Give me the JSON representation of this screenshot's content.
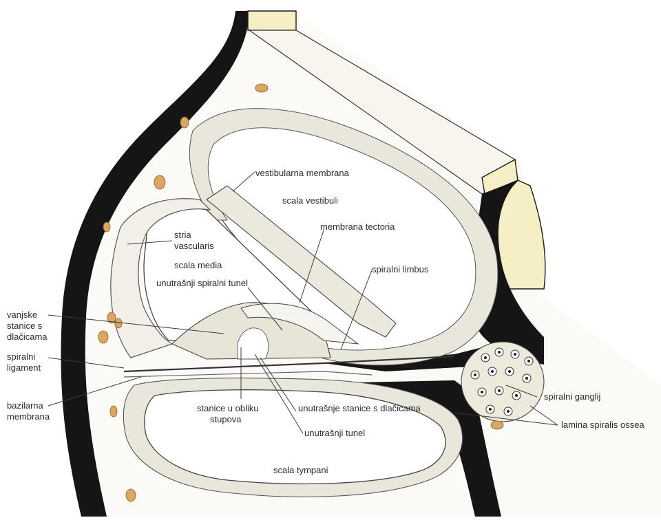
{
  "labels": {
    "vestibularna_membrana": "vestibularna membrana",
    "scala_vestibuli": "scala vestibuli",
    "membrana_tectoria": "membrana tectoria",
    "stria_vascularis_1": "stria",
    "stria_vascularis_2": "vascularis",
    "scala_media": "scala media",
    "spiralni_limbus": "spiralni limbus",
    "unutrasnji_spiralni_tunel": "unutrašnji spiralni tunel",
    "vanjske_stanice_1": "vanjske",
    "vanjske_stanice_2": "stanice s",
    "vanjske_stanice_3": "dlačicama",
    "spiralni_ligament_1": "spiralni",
    "spiralni_ligament_2": "ligament",
    "bazilarna_membrana_1": "bazilarna",
    "bazilarna_membrana_2": "membrana",
    "stanice_u_obliku_1": "stanice u obliku",
    "stanice_u_obliku_2": "stupova",
    "unutrasnje_stanice": "unutrašnje stanice s dlačicama",
    "unutrasnji_tunel": "unutrašnji tunel",
    "spiralni_ganglij": "spiralni ganglij",
    "lamina_spiralis_ossea": "lamina spiralis ossea",
    "scala_tympani": "scala tympani"
  },
  "colors": {
    "bone": "#f6efc6",
    "bone_dark": "#151515",
    "tissue": "#f1efe8",
    "speck": "#c9a06a"
  }
}
